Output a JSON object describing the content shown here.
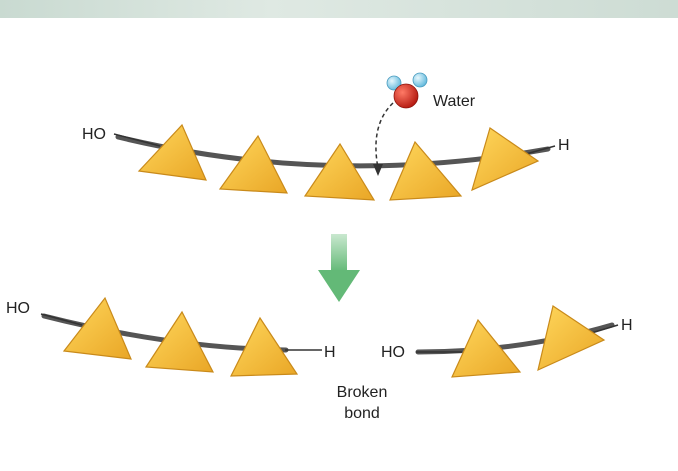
{
  "labels": {
    "water": "Water",
    "top_left_group": "HO",
    "top_right_group": "H",
    "bottom_left_chain_start": "HO",
    "bottom_left_chain_end": "H",
    "bottom_right_chain_start": "HO",
    "bottom_right_chain_end": "H",
    "broken_bond_line1": "Broken",
    "broken_bond_line2": "bond"
  },
  "colors": {
    "monomer_fill": "#f5b93a",
    "monomer_stroke": "#c98a1a",
    "bond": "#555555",
    "arrow": "#7cc48b",
    "oxygen": "#cc2a1f",
    "hydrogen": "#8fd1ea"
  }
}
